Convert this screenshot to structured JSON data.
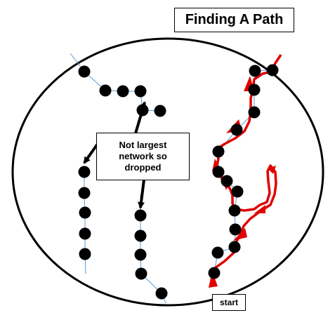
{
  "title": "Finding A Path",
  "note": "Not largest\nnetwork so\ndropped",
  "start_label": "start",
  "colors": {
    "circle": "#000000",
    "node": "#000000",
    "edge": "#5b9bd5",
    "path": "#e00000",
    "arrow": "#000000"
  }
}
